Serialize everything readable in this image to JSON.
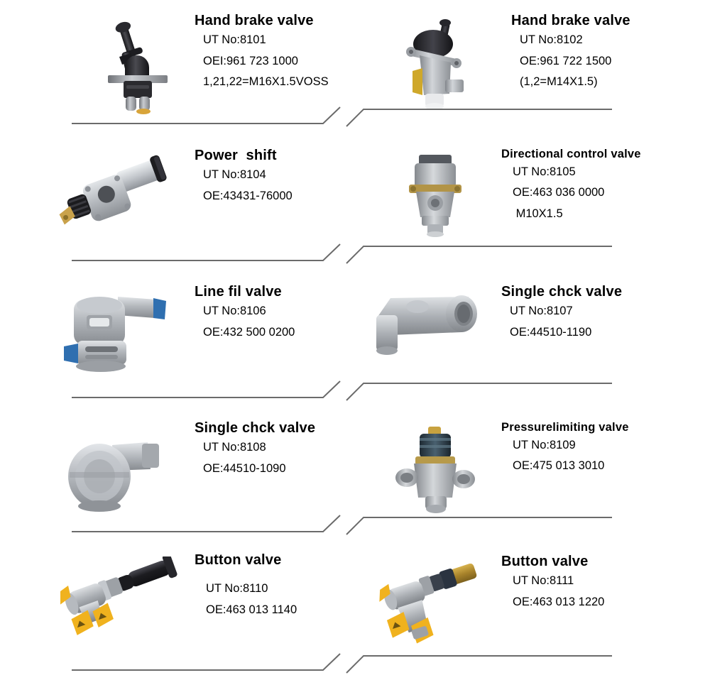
{
  "page": {
    "kind": "product-catalog-sheet",
    "background": "#ffffff",
    "columns": 2,
    "rows": 5,
    "text_color": "#000000",
    "divider_color": "#6b6b6b"
  },
  "products": [
    {
      "id": "8101",
      "title": "Hand brake valve",
      "title_size": "large",
      "details": [
        "UT No:8101",
        "OEI:961 723 1000",
        "1,21,22=M16X1.5VOSS"
      ],
      "image_name": "hand-brake-valve-black-lever",
      "image_colors": {
        "body": "#23232a",
        "plate": "#8d8f94",
        "accent": "#d8a43a"
      }
    },
    {
      "id": "8102",
      "title": "Hand brake valve",
      "title_size": "large",
      "details": [
        "UT No:8102",
        "OE:961 722 1500",
        "(1,2=M14X1.5)"
      ],
      "image_name": "hand-brake-valve-alloy-body",
      "image_colors": {
        "body": "#adb1b6",
        "cap": "#262629",
        "accent": "#d9b23c"
      }
    },
    {
      "id": "8104",
      "title": "Power  shift",
      "title_size": "large",
      "details": [
        "UT No:8104",
        "OE:43431-76000"
      ],
      "image_name": "power-shift-valve",
      "image_colors": {
        "body": "#b9bdc2",
        "boot": "#1d1d20",
        "accent": "#c9a24b"
      }
    },
    {
      "id": "8105",
      "title": "Directional control valve",
      "title_size": "small",
      "details": [
        "UT No:8105",
        "OE:463 036 0000",
        " M10X1.5"
      ],
      "image_name": "directional-control-valve",
      "image_colors": {
        "body": "#b0b4b9",
        "cap": "#5e6166",
        "accent": "#c49a3f"
      }
    },
    {
      "id": "8106",
      "title": "Line fil valve",
      "title_size": "large",
      "details": [
        "UT No:8106",
        "OE:432 500 0200"
      ],
      "image_name": "line-filter-valve",
      "image_colors": {
        "body": "#b7bbc0",
        "accent": "#2f6fb0"
      }
    },
    {
      "id": "8107",
      "title": "Single chck valve",
      "title_size": "large",
      "details": [
        "UT No:8107",
        "OE:44510-1190"
      ],
      "image_name": "single-check-valve-elbow",
      "image_colors": {
        "body": "#aeb2b7"
      }
    },
    {
      "id": "8108",
      "title": "Single chck valve",
      "title_size": "large",
      "details": [
        "UT No:8108",
        "OE:44510-1090"
      ],
      "image_name": "single-check-valve-inline",
      "image_colors": {
        "body": "#b4b8bd"
      }
    },
    {
      "id": "8109",
      "title": "Pressurelimiting valve",
      "title_size": "small",
      "details": [
        "UT No:8109",
        "OE:475 013 3010"
      ],
      "image_name": "pressure-limiting-valve",
      "image_colors": {
        "body": "#aeb2b7",
        "cap": "#2b3a46",
        "accent": "#c8a23f"
      }
    },
    {
      "id": "8110",
      "title": "Button valve",
      "title_size": "large",
      "details": [
        "UT No:8110",
        "OE:463 013 1140"
      ],
      "image_name": "button-valve-long-plunger",
      "image_colors": {
        "body": "#a9adb2",
        "plunger": "#1e1e21",
        "accent": "#f0b21e"
      }
    },
    {
      "id": "8111",
      "title": "Button valve",
      "title_size": "large",
      "details": [
        "UT No:8111",
        "OE:463 013 1220"
      ],
      "image_name": "button-valve-short-plunger",
      "image_colors": {
        "body": "#a9adb2",
        "plunger": "#2a3340",
        "accent": "#f0b21e"
      }
    }
  ]
}
